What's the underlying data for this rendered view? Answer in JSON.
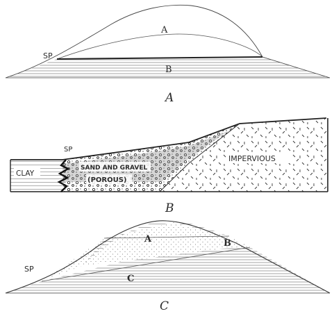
{
  "figure_a": {
    "caption": "A",
    "labels": {
      "sp": "SP",
      "a": "A",
      "b": "B"
    }
  },
  "figure_b": {
    "caption": "B",
    "labels": {
      "sp": "SP",
      "clay": "CLAY",
      "sand_gravel": "SAND AND GRAVEL",
      "porous": "(POROUS)",
      "impervious": "IMPERVIOUS"
    }
  },
  "figure_c": {
    "caption": "C",
    "labels": {
      "sp": "SP",
      "a": "A",
      "b": "B",
      "c": "C"
    }
  }
}
